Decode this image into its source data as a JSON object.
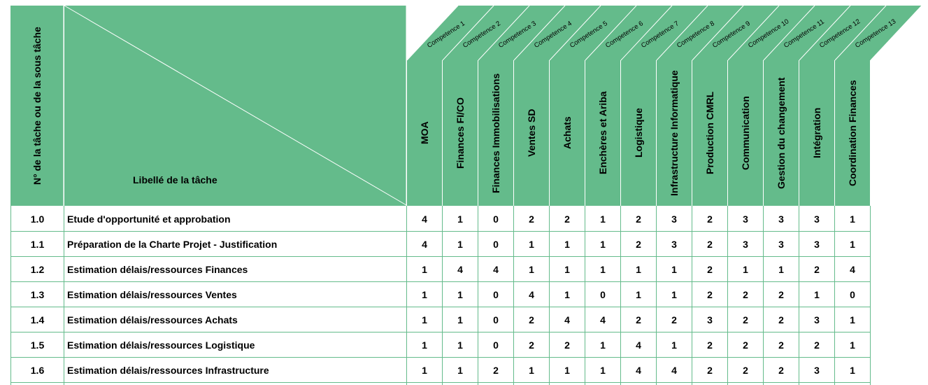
{
  "header": {
    "task_number_label": "N° de la tâche ou de la sous tâche",
    "task_label_label": "Libellé de la tâche"
  },
  "competences": [
    "Competence 1",
    "Competence 2",
    "Competence 3",
    "Competence 4",
    "Competence 5",
    "Competence 6",
    "Competence 7",
    "Competence 8",
    "Competence 9",
    "Competence 10",
    "Competence 11",
    "Competence 12",
    "Competence 13"
  ],
  "columns": [
    "MOA",
    "Finances FI/CO",
    "Finances Immobilisations",
    "Ventes SD",
    "Achats",
    "Enchères et Ariba",
    "Logistique",
    "Infrastructure Informatique",
    "Production CMRL",
    "Communication",
    "Gestion du changement",
    "Intégration",
    "Coordination Finances"
  ],
  "rows": [
    {
      "id": "1.0",
      "label": "Etude d'opportunité et approbation",
      "values": [
        4,
        1,
        0,
        2,
        2,
        1,
        2,
        3,
        2,
        3,
        3,
        3,
        1
      ]
    },
    {
      "id": "1.1",
      "label": "Préparation de la Charte Projet - Justification",
      "values": [
        4,
        1,
        0,
        1,
        1,
        1,
        2,
        3,
        2,
        3,
        3,
        3,
        1
      ]
    },
    {
      "id": "1.2",
      "label": "Estimation délais/ressources Finances",
      "values": [
        1,
        4,
        4,
        1,
        1,
        1,
        1,
        1,
        2,
        1,
        1,
        2,
        4
      ]
    },
    {
      "id": "1.3",
      "label": "Estimation délais/ressources Ventes",
      "values": [
        1,
        1,
        0,
        4,
        1,
        0,
        1,
        1,
        2,
        2,
        2,
        1,
        0
      ]
    },
    {
      "id": "1.4",
      "label": "Estimation délais/ressources Achats",
      "values": [
        1,
        1,
        0,
        2,
        4,
        4,
        2,
        2,
        3,
        2,
        2,
        3,
        1
      ]
    },
    {
      "id": "1.5",
      "label": "Estimation délais/ressources Logistique",
      "values": [
        1,
        1,
        0,
        2,
        2,
        1,
        4,
        1,
        2,
        2,
        2,
        2,
        1
      ]
    },
    {
      "id": "1.6",
      "label": "Estimation délais/ressources Infrastructure",
      "values": [
        1,
        1,
        2,
        1,
        1,
        1,
        4,
        4,
        2,
        2,
        2,
        3,
        1
      ]
    }
  ],
  "colors": {
    "header_green": "#64bb8b",
    "grid_green": "#64bb8b",
    "white": "#ffffff"
  }
}
